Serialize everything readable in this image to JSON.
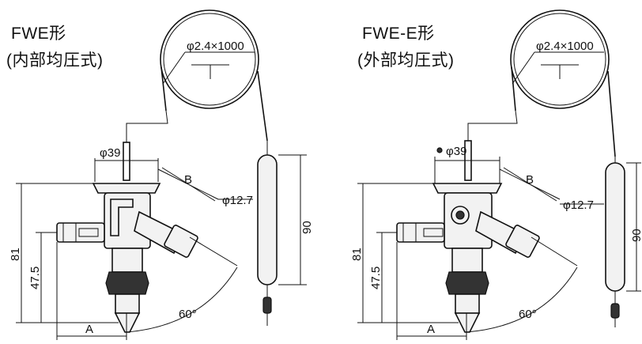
{
  "left": {
    "model": "FWE形",
    "type": "(内部均圧式)",
    "capillary": "φ2.4×1000",
    "dia_valve": "φ39",
    "dia_bulb": "φ12.7",
    "dim_B": "B",
    "dim_A": "A",
    "dim_81": "81",
    "dim_47_5": "47.5",
    "dim_90": "90",
    "angle": "60°"
  },
  "right": {
    "model": "FWE-E形",
    "type": "(外部均圧式)",
    "capillary": "φ2.4×1000",
    "dia_valve": "φ39",
    "dia_bulb": "φ12.7",
    "dim_B": "B",
    "dim_A": "A",
    "dim_81": "81",
    "dim_47_5": "47.5",
    "dim_90": "90",
    "angle": "60°"
  }
}
